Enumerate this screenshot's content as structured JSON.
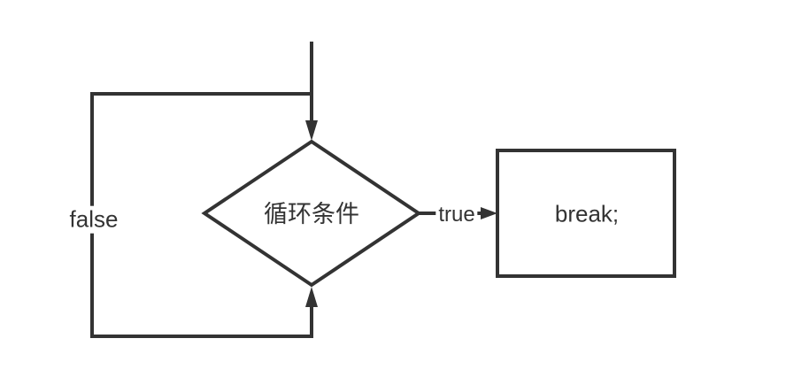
{
  "colors": {
    "stroke-color": "#333333",
    "background": "#ffffff"
  },
  "flowchart": {
    "condition_node": {
      "shape": "diamond",
      "label": "循环条件"
    },
    "break_node": {
      "shape": "rectangle",
      "label": "break;"
    },
    "true_edge": {
      "label": "true"
    },
    "false_edge": {
      "label": "false"
    }
  }
}
